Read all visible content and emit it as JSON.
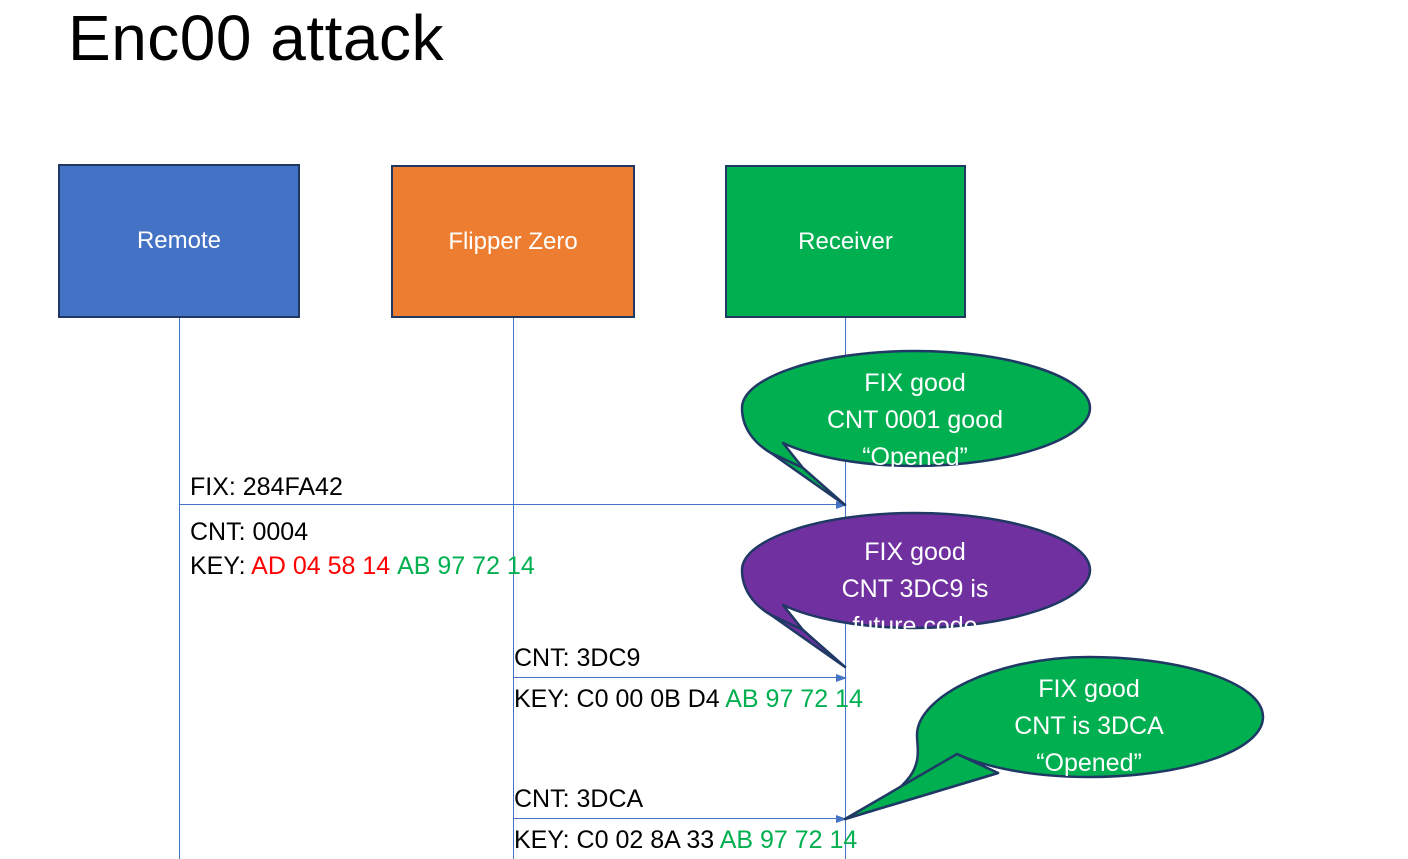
{
  "title": "Enc00 attack",
  "actors": [
    {
      "id": "remote",
      "label": "Remote",
      "color": "#4472C4"
    },
    {
      "id": "flipper",
      "label": "Flipper Zero",
      "color": "#ED7D31"
    },
    {
      "id": "receiver",
      "label": "Receiver",
      "color": "#00B050"
    }
  ],
  "messages": {
    "fix": {
      "text": "FIX: 284FA42"
    },
    "cnt1": {
      "text": "CNT: 0004"
    },
    "key1": {
      "prefix": "KEY: ",
      "red": "AD 04 58 14",
      "green": "AB 97 72 14"
    },
    "cnt2": {
      "text": "CNT: 3DC9"
    },
    "key2": {
      "prefix": "KEY: C0 00 0B D4 ",
      "green": "AB 97 72 14"
    },
    "cnt3": {
      "text": "CNT: 3DCA"
    },
    "key3": {
      "prefix": "KEY: C0 02 8A 33 ",
      "green": "AB 97 72 14"
    }
  },
  "callouts": [
    {
      "id": "callout-1",
      "color": "#00B050",
      "line1": "FIX good",
      "line2": "CNT 0001 good",
      "line3": "“Opened”"
    },
    {
      "id": "callout-2",
      "color": "#7030A0",
      "line1": "FIX good",
      "line2": "CNT 3DC9 is",
      "line3": "future code"
    },
    {
      "id": "callout-3",
      "color": "#00B050",
      "line1": "FIX good",
      "line2": "CNT is 3DCA",
      "line3": "“Opened”"
    }
  ],
  "colors": {
    "blue": "#4472C4",
    "orange": "#ED7D31",
    "green": "#00B050",
    "purple": "#7030A0",
    "red": "#FF0000",
    "outline": "#1F3864",
    "lifeline": "#4472C4"
  }
}
